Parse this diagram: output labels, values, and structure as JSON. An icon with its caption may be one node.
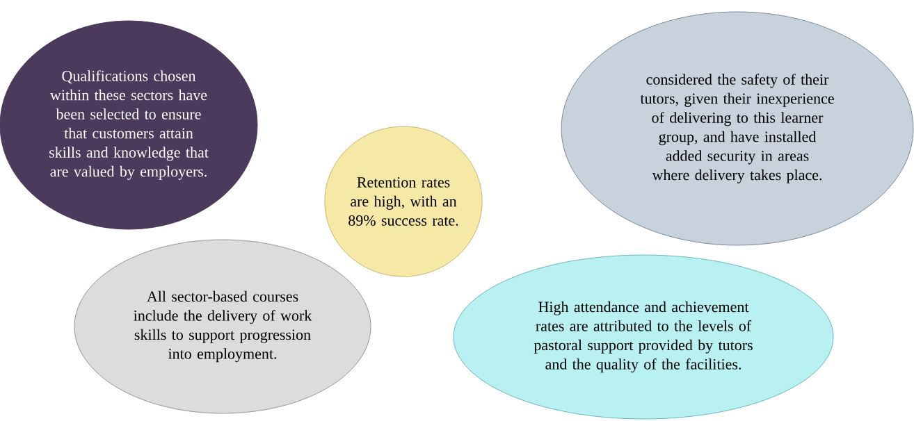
{
  "diagram": {
    "nodes": [
      {
        "text": [
          "Qualifications chosen within these sectors have been selected to ensure that customers attain skills and knowledge that are valued by employers."
        ]
      },
      {
        "text": [
          "considered the safety of their tutors, given their inexperience of delivering to this learner group, and have installed added security in areas where delivery takes place."
        ]
      },
      {
        "text": [
          "Retention rates are high, with an 89% success rate."
        ]
      },
      {
        "text": [
          "All sector-based courses include the delivery of work skills to support progression into employment."
        ]
      },
      {
        "text": [
          "High attendance and achievement rates are attributed to the levels of pastoral support provided by tutors and the quality of the facilities."
        ]
      }
    ]
  }
}
